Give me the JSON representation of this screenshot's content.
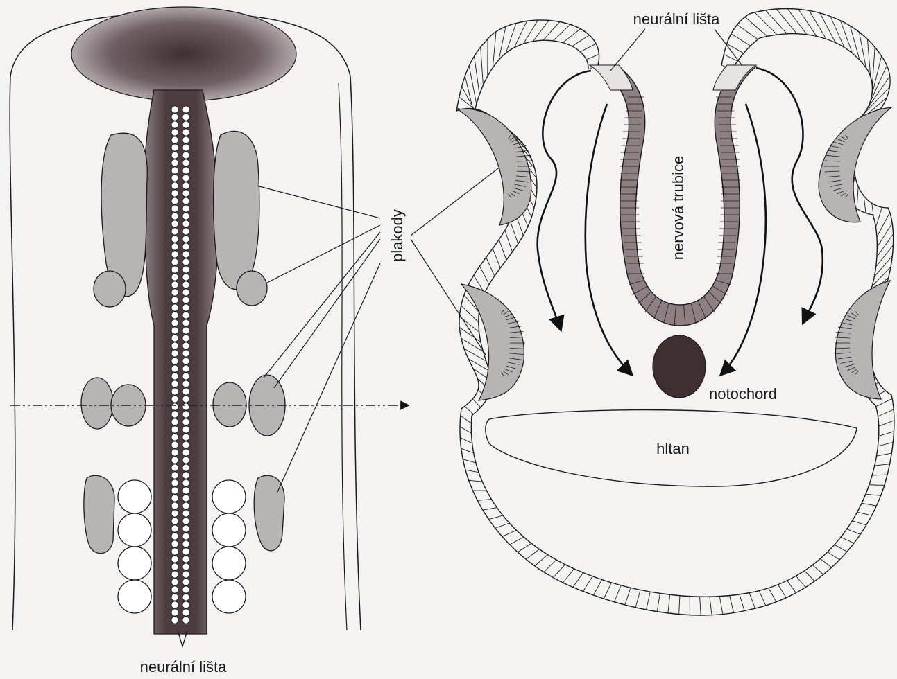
{
  "labels": {
    "neural_crest_top": "neurální lišta",
    "neural_crest_bottom": "neurální lišta",
    "placodes": "plakody",
    "neural_tube": "nervová trubice",
    "notochord": "notochord",
    "pharynx": "hltan"
  },
  "colors": {
    "background": "#f4f3f1",
    "neural_dark": "#4a3b3d",
    "neural_mid": "#8e7f82",
    "placode_gray": "#b9b4b4",
    "notochord": "#3f2f32",
    "outline": "#1a1a1a"
  }
}
